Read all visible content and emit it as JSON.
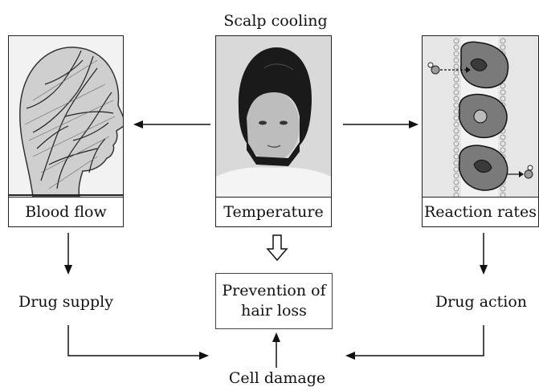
{
  "title": "Scalp cooling",
  "panels": {
    "left_caption": "Blood flow",
    "center_caption": "Temperature",
    "right_caption": "Reaction rates"
  },
  "outcomes": {
    "drug_supply": "Drug supply",
    "drug_action": "Drug action",
    "prevention_line1": "Prevention of",
    "prevention_line2": "hair loss",
    "cell_damage": "Cell damage"
  }
}
